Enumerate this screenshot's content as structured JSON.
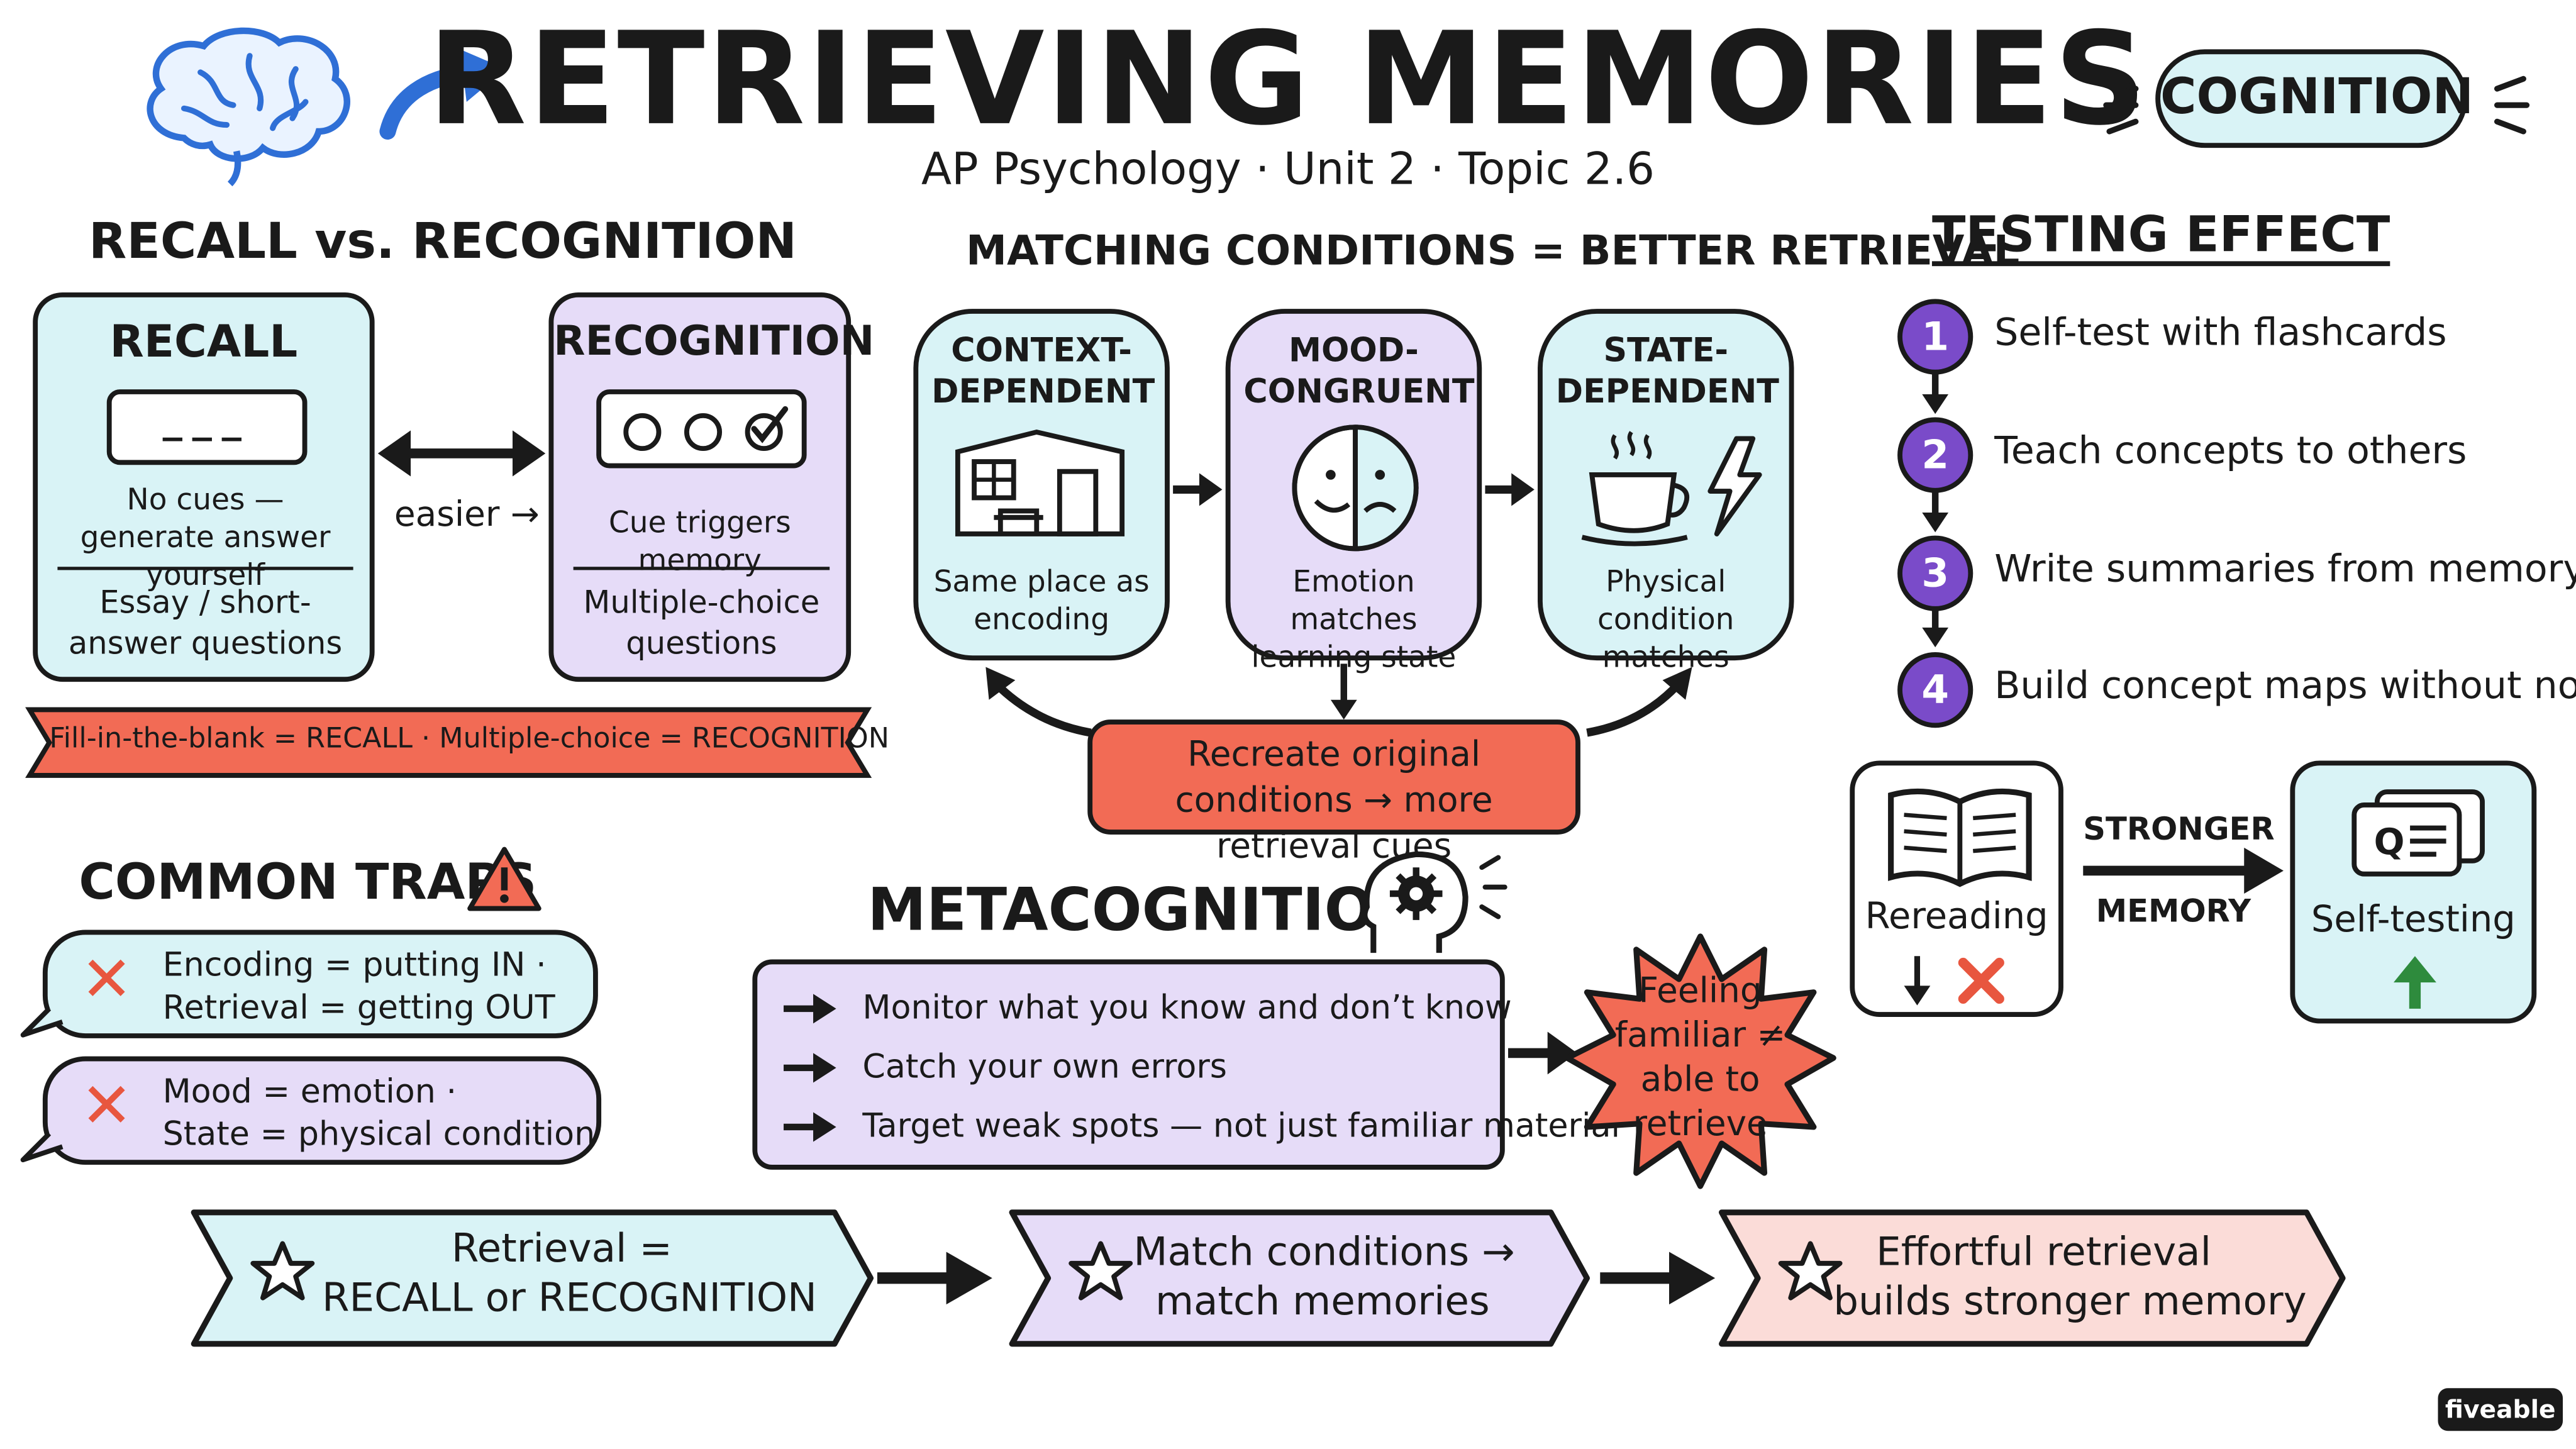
{
  "header": {
    "title": "RETRIEVING MEMORIES",
    "subtitle": "AP Psychology · Unit 2 · Topic 2.6",
    "badge": "COGNITION"
  },
  "recall_section": {
    "heading": "RECALL vs. RECOGNITION",
    "recall": {
      "title": "RECALL",
      "blank": "___",
      "desc": "No cues — generate answer yourself",
      "example": "Essay / short-answer questions"
    },
    "connector": "easier →",
    "recognition": {
      "title": "RECOGNITION",
      "desc": "Cue triggers memory",
      "example": "Multiple-choice questions"
    },
    "banner": "Fill-in-the-blank = RECALL · Multiple-choice = RECOGNITION"
  },
  "matching_section": {
    "heading": "MATCHING CONDITIONS = BETTER RETRIEVAL",
    "items": [
      {
        "title": "CONTEXT-DEPENDENT",
        "desc": "Same place as encoding",
        "icon": "house-icon"
      },
      {
        "title": "MOOD-CONGRUENT",
        "desc": "Emotion matches learning state",
        "icon": "mood-face-icon"
      },
      {
        "title": "STATE-DEPENDENT",
        "desc": "Physical condition matches",
        "icon": "coffee-lightning-icon"
      }
    ],
    "result": "Recreate original conditions → more retrieval cues"
  },
  "testing_effect": {
    "heading": "TESTING EFFECT",
    "steps": [
      {
        "num": "1",
        "text": "Self-test with flashcards"
      },
      {
        "num": "2",
        "text": "Teach concepts to others"
      },
      {
        "num": "3",
        "text": "Write summaries from memory"
      },
      {
        "num": "4",
        "text": "Build concept maps without notes"
      }
    ],
    "compare": {
      "left_label": "Rereading",
      "arrow_top": "STRONGER",
      "arrow_bottom": "MEMORY",
      "right_label": "Self-testing"
    }
  },
  "common_traps": {
    "heading": "COMMON TRAPS",
    "items": [
      {
        "line1": "Encoding = putting IN ·",
        "line2": "Retrieval = getting OUT"
      },
      {
        "line1": "Mood = emotion ·",
        "line2": "State = physical condition"
      }
    ]
  },
  "metacognition": {
    "heading": "METACOGNITION",
    "points": [
      "Monitor what you know and don’t know",
      "Catch your own errors",
      "Target weak spots — not just familiar material"
    ],
    "warning": "Feeling familiar ≠ able to retrieve"
  },
  "takeaways": [
    {
      "line1": "Retrieval =",
      "line2": "RECALL or RECOGNITION"
    },
    {
      "line1": "Match conditions →",
      "line2": "match memories"
    },
    {
      "line1": "Effortful retrieval",
      "line2": "builds stronger memory"
    }
  ],
  "brand": "fiveable",
  "colors": {
    "cyan": "#d9f3f6",
    "lavender": "#e6dcf8",
    "coral": "#f26b55",
    "pink": "#fbdcd8",
    "purple": "#7a4bc9",
    "green": "#2e8b3d",
    "red": "#e8563f",
    "blue": "#2f6fd6"
  }
}
